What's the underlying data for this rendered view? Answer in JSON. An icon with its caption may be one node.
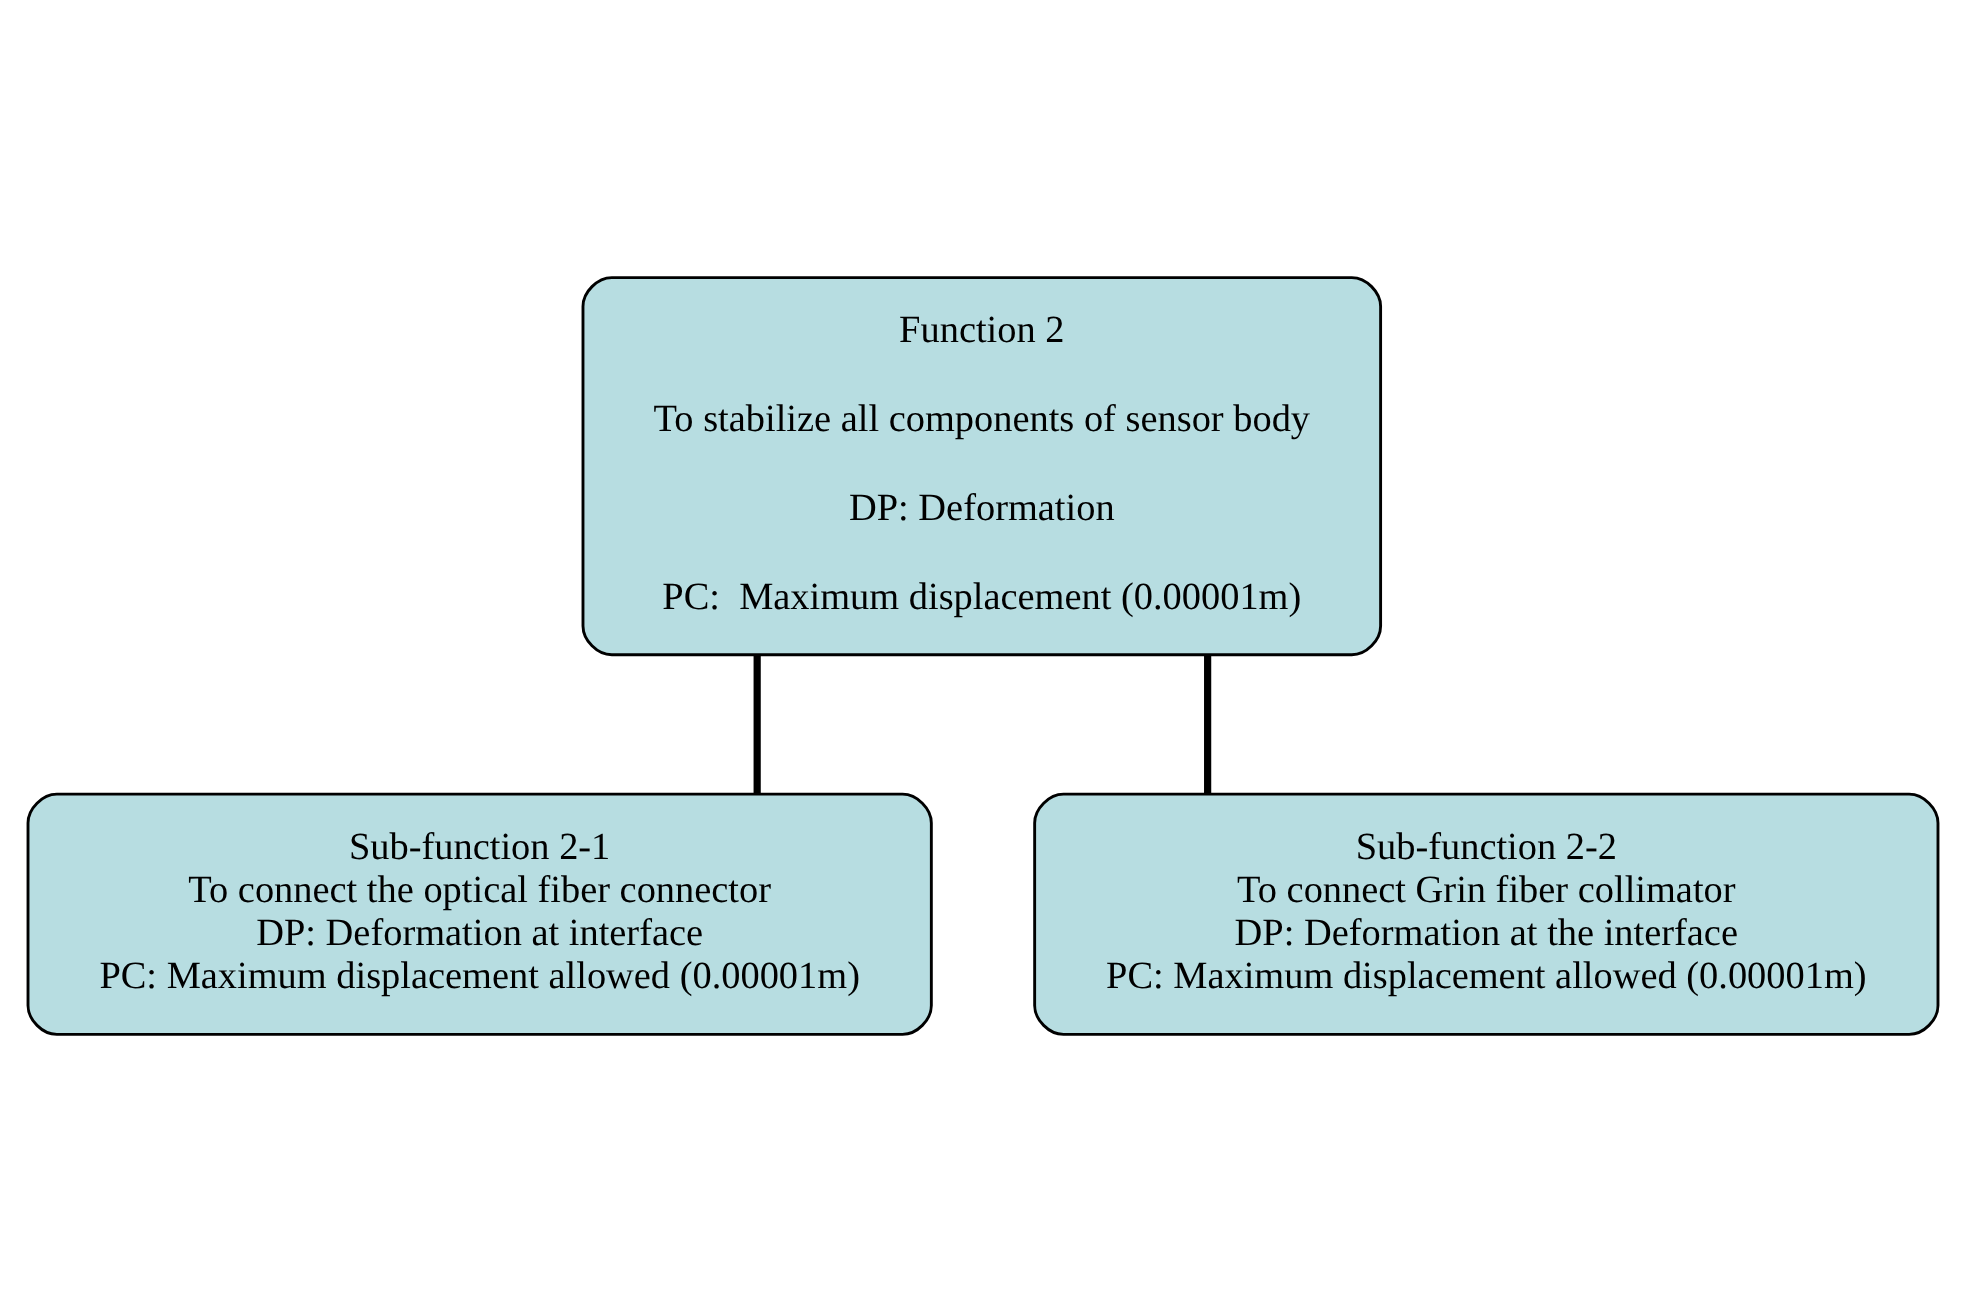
{
  "diagram": {
    "nodes": [
      {
        "text": [
          "Function 2",
          "To stabilize all components of sensor body",
          "DP: Deformation",
          "PC:  Maximum displacement (0.00001m)"
        ]
      },
      {
        "text": [
          "Sub-function 2-1",
          "To connect the optical fiber connector",
          "DP: Deformation at interface",
          "PC: Maximum displacement allowed (0.00001m)"
        ]
      },
      {
        "text": [
          "Sub-function 2-2",
          "To connect Grin fiber collimator",
          "DP: Deformation at the interface",
          "PC: Maximum displacement allowed (0.00001m)"
        ]
      }
    ],
    "edges": [
      {
        "from": 0,
        "to": 1,
        "arrow": "none"
      },
      {
        "from": 0,
        "to": 2,
        "arrow": "none"
      }
    ]
  }
}
